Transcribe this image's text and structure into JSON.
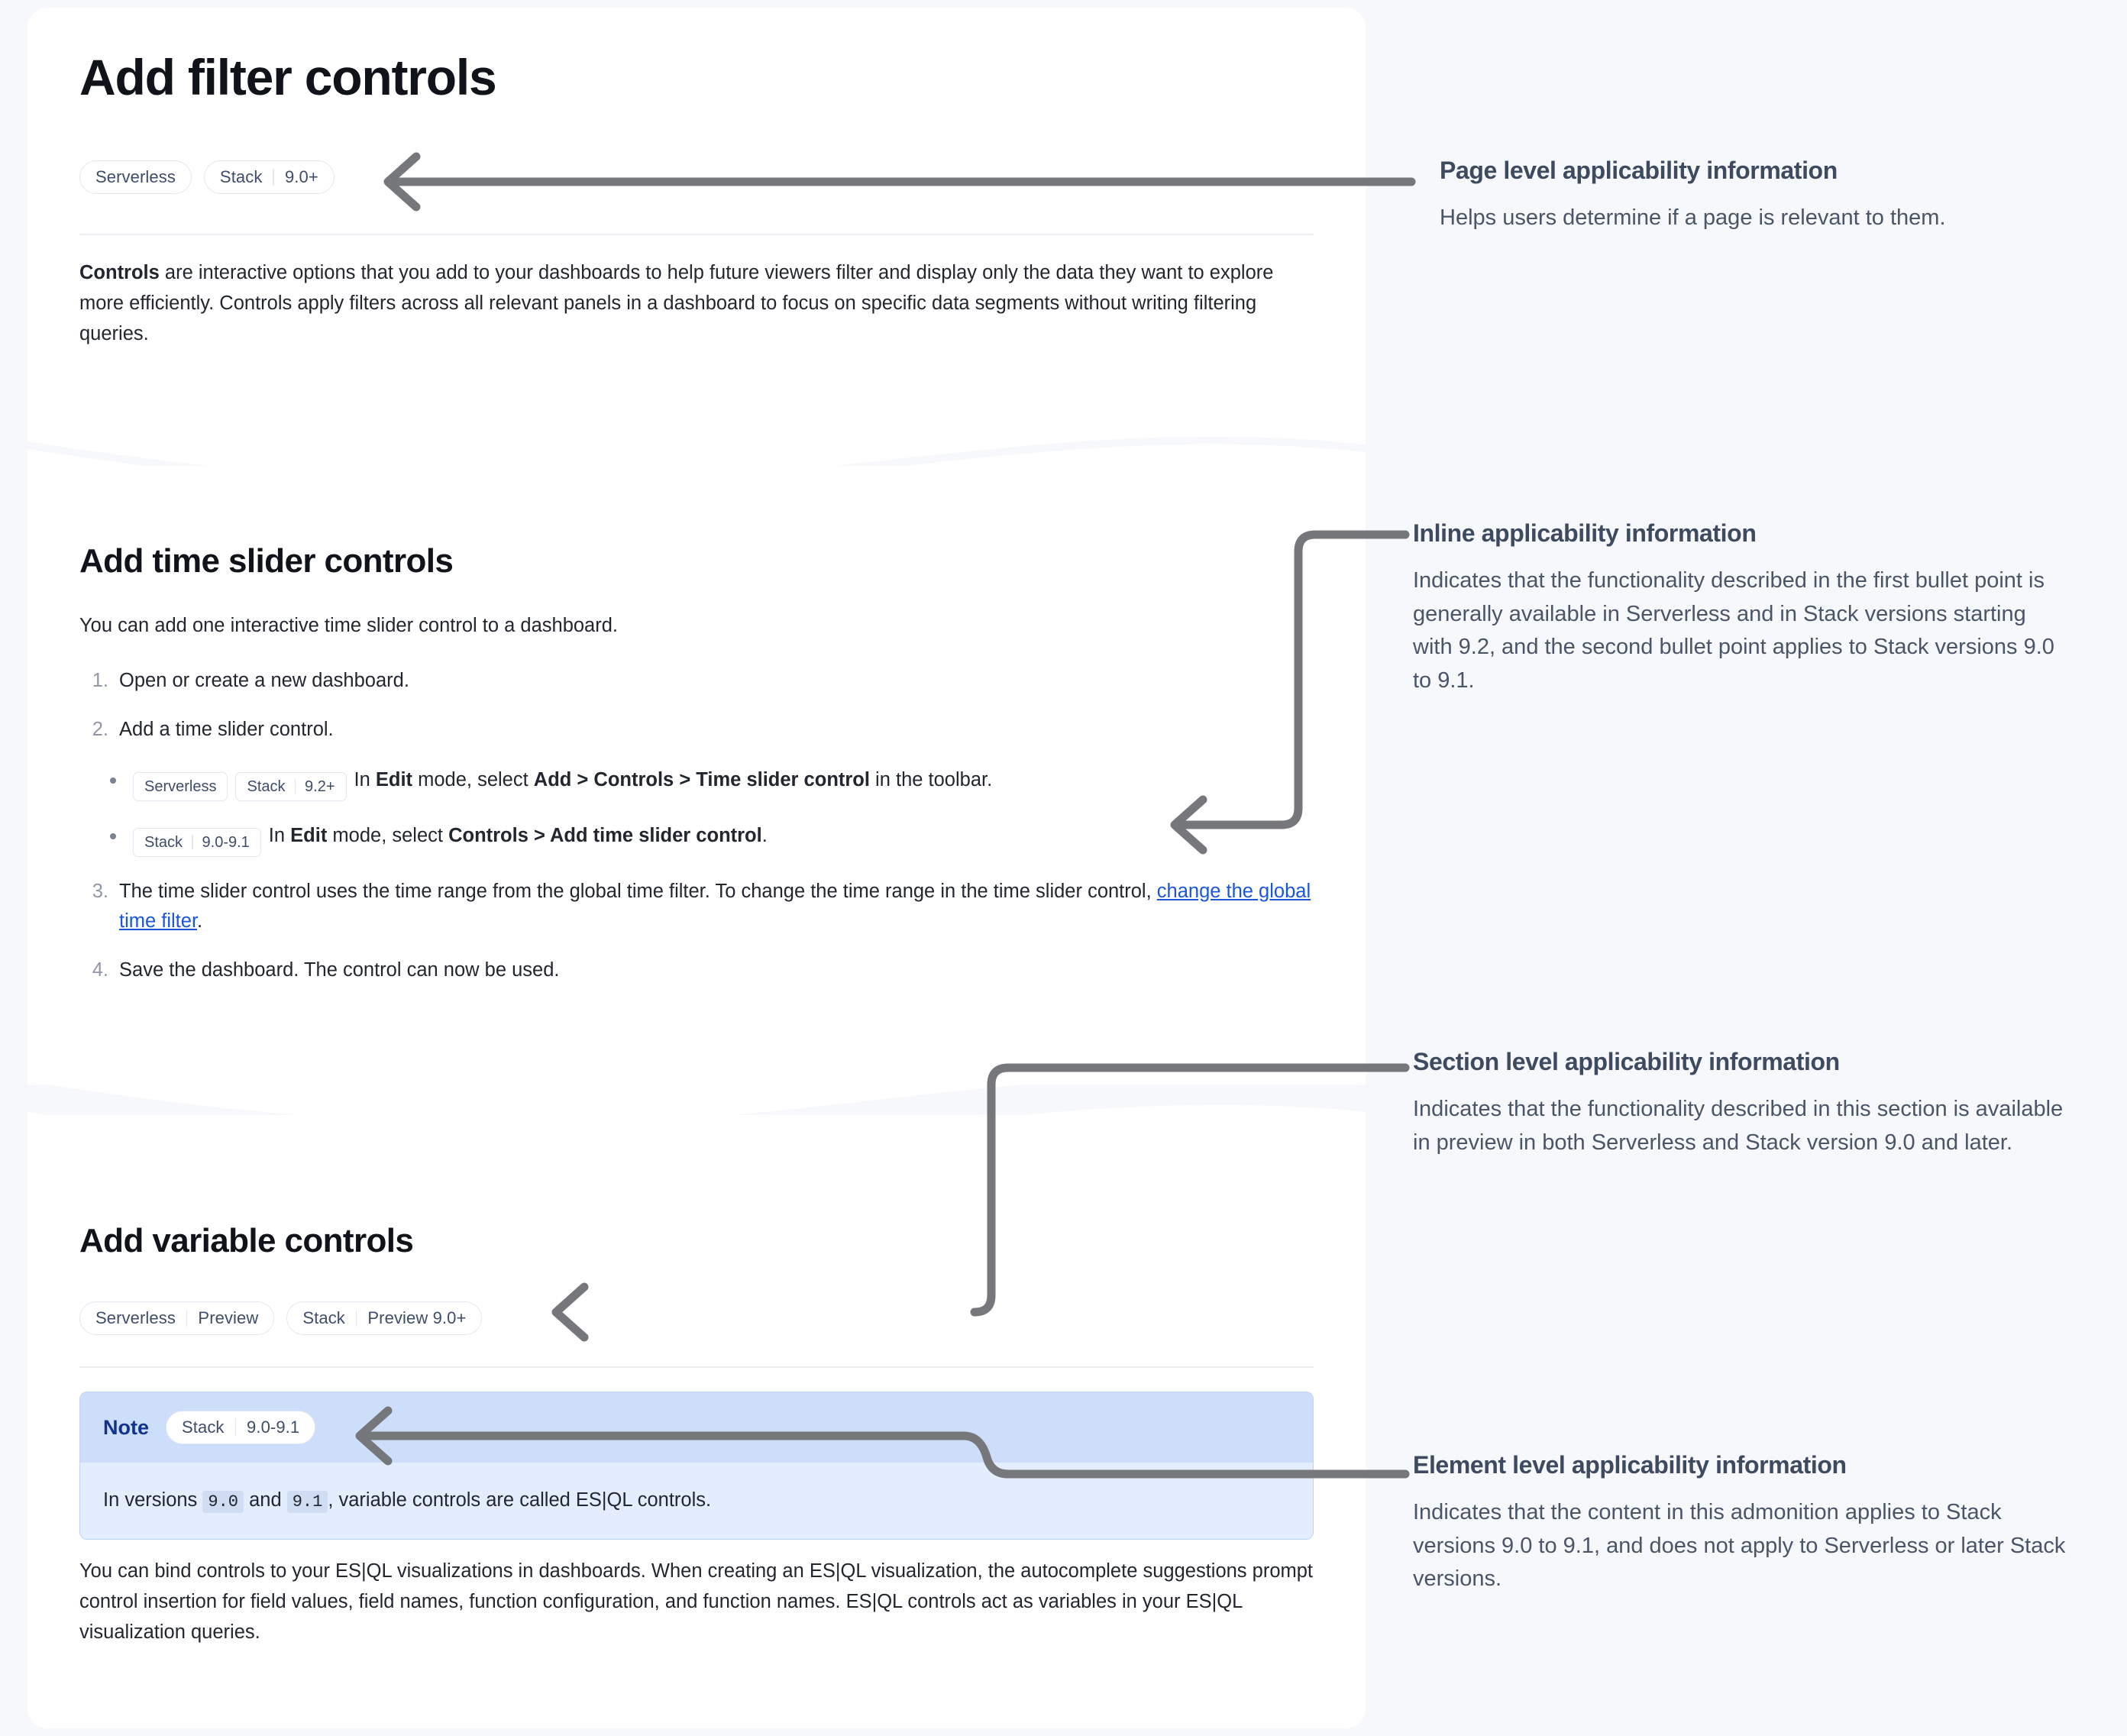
{
  "colors": {
    "page_background": "#f7f8fb",
    "surface": "#ffffff",
    "arrow": "#76777a",
    "link": "#1a56db",
    "badge_text": "#3f4d68",
    "badge_border": "#e3e7f0",
    "note_header_bg": "#cddefa",
    "note_body_bg": "#e4edfd",
    "note_label": "#12338c",
    "annotation_title": "#3d4a60",
    "annotation_body": "#4a5568"
  },
  "doc": {
    "page_title": "Add filter controls",
    "page_badges": [
      {
        "name": "serverless-badge",
        "segments": [
          "Serverless"
        ]
      },
      {
        "name": "stack-badge",
        "segments": [
          "Stack",
          "9.0+"
        ]
      }
    ],
    "intro": {
      "lead": "Controls",
      "rest": " are interactive options that you add to your dashboards to help future viewers filter and display only the data they want to explore more efficiently. Controls apply filters across all relevant panels in a dashboard to focus on specific data segments without writing filtering queries."
    },
    "time_slider_section": {
      "title": "Add time slider controls",
      "intro": "You can add one interactive time slider control to a dashboard.",
      "steps": [
        {
          "num": "1.",
          "text": "Open or create a new dashboard."
        },
        {
          "num": "2.",
          "text": "Add a time slider control."
        },
        {
          "num": "3.",
          "text_before": "The time slider control uses the time range from the global time filter. To change the time range in the time slider control, ",
          "link": "change the global time filter",
          "text_after": "."
        },
        {
          "num": "4.",
          "text": "Save the dashboard. The control can now be used."
        }
      ],
      "bullets": [
        {
          "badges": [
            {
              "name": "serverless-badge",
              "segments": [
                "Serverless"
              ]
            },
            {
              "name": "stack-badge",
              "segments": [
                "Stack",
                "9.2+"
              ]
            }
          ],
          "parts": [
            {
              "t": "In ",
              "b": false
            },
            {
              "t": "Edit",
              "b": true
            },
            {
              "t": " mode, select ",
              "b": false
            },
            {
              "t": "Add > Controls > Time slider control",
              "b": true
            },
            {
              "t": " in the toolbar.",
              "b": false
            }
          ]
        },
        {
          "badges": [
            {
              "name": "stack-badge",
              "segments": [
                "Stack",
                "9.0-9.1"
              ]
            }
          ],
          "parts": [
            {
              "t": "In ",
              "b": false
            },
            {
              "t": "Edit",
              "b": true
            },
            {
              "t": " mode, select ",
              "b": false
            },
            {
              "t": "Controls > Add time slider control",
              "b": true
            },
            {
              "t": ".",
              "b": false
            }
          ]
        }
      ]
    },
    "variable_section": {
      "title": "Add variable controls",
      "badges": [
        {
          "name": "serverless-preview-badge",
          "segments": [
            "Serverless",
            "Preview"
          ]
        },
        {
          "name": "stack-preview-badge",
          "segments": [
            "Stack",
            "Preview 9.0+"
          ]
        }
      ],
      "note": {
        "label": "Note",
        "badge": {
          "name": "stack-badge",
          "segments": [
            "Stack",
            "9.0-9.1"
          ]
        },
        "body_before": "In versions ",
        "code_1": "9.0",
        "body_middle": " and ",
        "code_2": "9.1",
        "body_after": ", variable controls are called ES|QL controls."
      },
      "paragraph": "You can bind controls to your ES|QL visualizations in dashboards. When creating an ES|QL visualization, the autocomplete suggestions prompt control insertion for field values, field names, function configuration, and function names. ES|QL controls act as variables in your ES|QL visualization queries."
    }
  },
  "annotations": [
    {
      "name": "page-level-applicability",
      "title": "Page level applicability information",
      "body": "Helps users determine if a page is relevant to them."
    },
    {
      "name": "inline-applicability",
      "title": "Inline applicability information",
      "body": "Indicates that the functionality described in the first bullet point is generally available in Serverless and in Stack versions starting with 9.2, and the second bullet point applies to Stack versions 9.0 to 9.1."
    },
    {
      "name": "section-level-applicability",
      "title": "Section level applicability information",
      "body": "Indicates that the functionality described in this section is available in preview in both Serverless and Stack version 9.0 and later."
    },
    {
      "name": "element-level-applicability",
      "title": "Element level applicability information",
      "body": "Indicates that the content in this admonition applies to Stack versions 9.0 to 9.1, and does not apply to Serverless or later Stack versions."
    }
  ]
}
